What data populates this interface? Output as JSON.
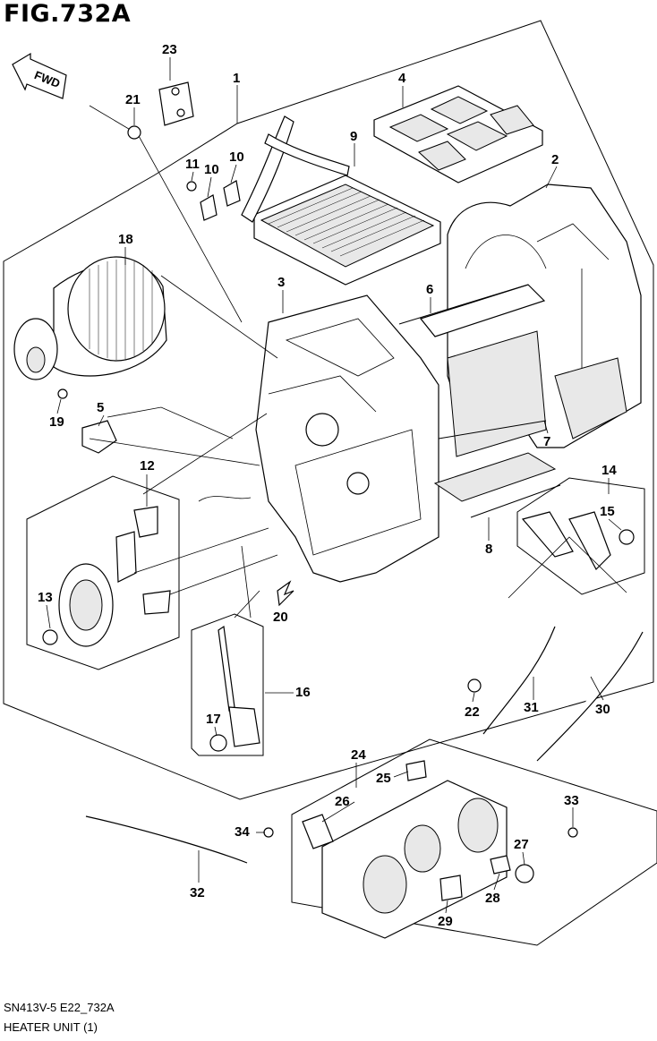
{
  "figure": {
    "title": "FIG.732A"
  },
  "fwd_label": "FWD",
  "callouts": [
    "1",
    "2",
    "3",
    "4",
    "5",
    "6",
    "7",
    "8",
    "9",
    "10",
    "10",
    "11",
    "12",
    "13",
    "14",
    "15",
    "16",
    "17",
    "18",
    "19",
    "20",
    "21",
    "22",
    "23",
    "24",
    "25",
    "26",
    "27",
    "28",
    "29",
    "30",
    "31",
    "32",
    "33",
    "34"
  ],
  "footer": {
    "code": "SN413V-5 E22_732A",
    "name": "HEATER UNIT (1)"
  }
}
